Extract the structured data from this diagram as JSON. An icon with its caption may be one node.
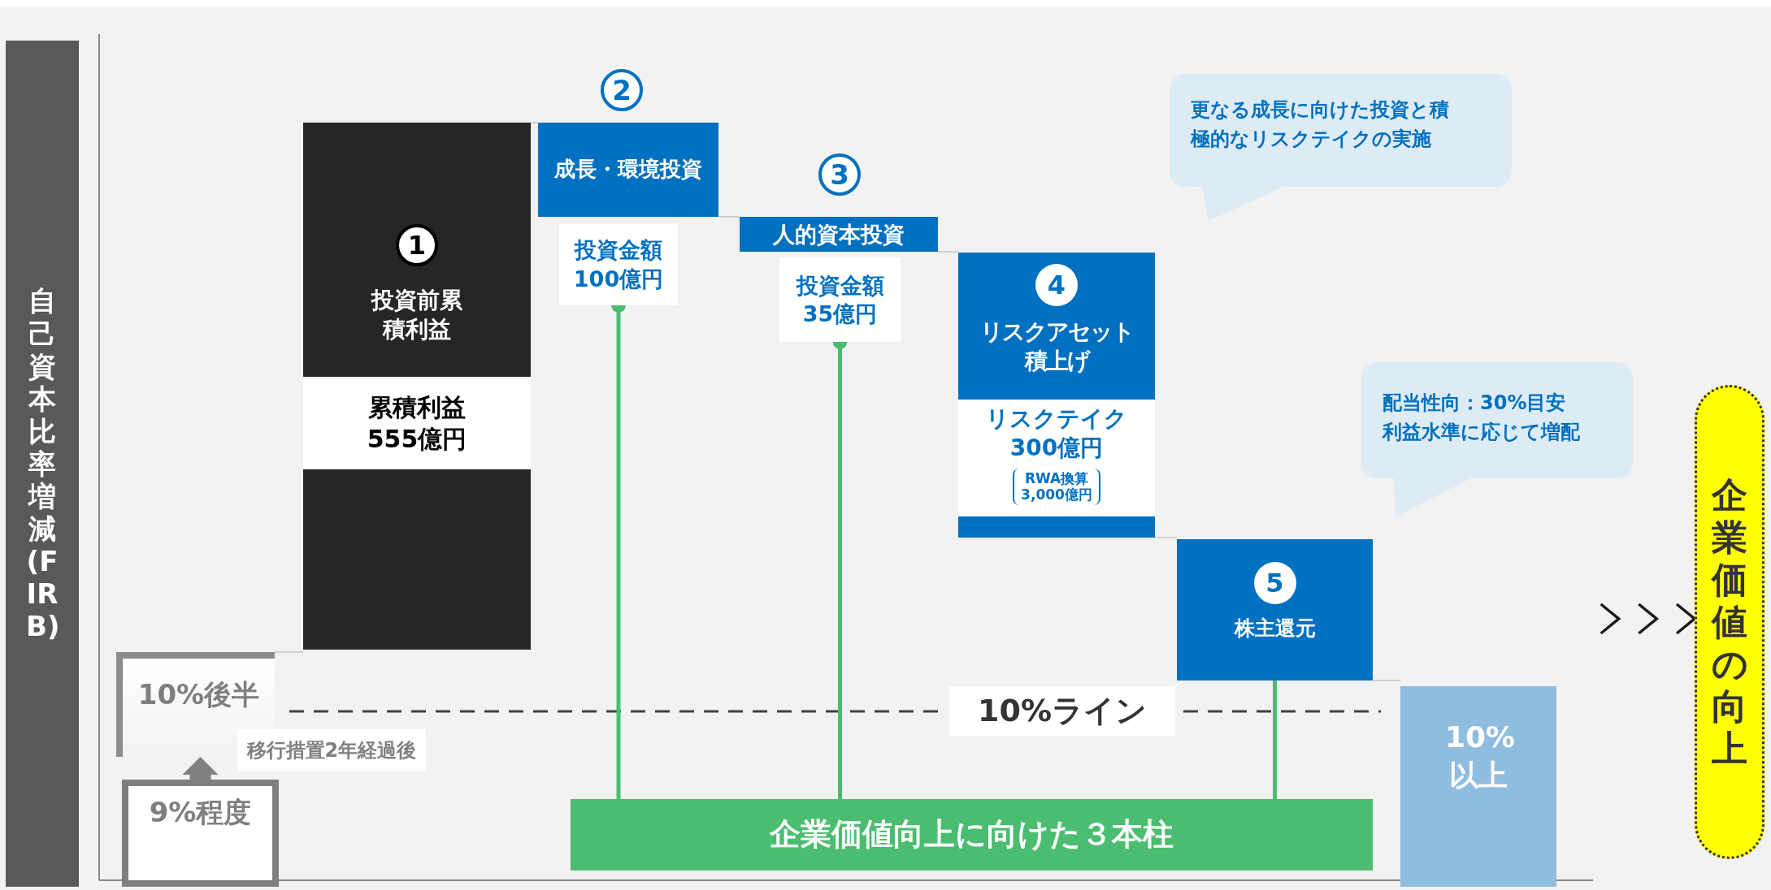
{
  "diagram": {
    "nodes": [
      {
        "text": [
          "自己資本比率増減(FIRB)"
        ]
      },
      {
        "text": [
          "9%程度"
        ]
      },
      {
        "text": [
          "10%後半"
        ]
      },
      {
        "text": [
          "1",
          "投資前累積利益"
        ]
      },
      {
        "text": [
          "累積利益555億円"
        ],
        "in": 3
      },
      {
        "text": [
          "成長・環境投資"
        ],
        "beside": [
          "2"
        ]
      },
      {
        "text": [
          "投資金額100億円"
        ]
      },
      {
        "text": [
          "人的資本投資"
        ],
        "beside": [
          "3"
        ]
      },
      {
        "text": [
          "投資金額35億円"
        ]
      },
      {
        "text": [
          "4",
          "リスクアセット積上げ"
        ]
      },
      {
        "text": [
          "リスクテイク300億円",
          "RWA換算3,000億円"
        ],
        "in": 9
      },
      {
        "text": [
          "5",
          "株主還元"
        ]
      },
      {
        "text": [
          "10%以上"
        ]
      },
      {
        "text": [
          "企業価値向上に向けた３本柱"
        ]
      },
      {
        "text": [
          "更なる成長に向けた投資と積極的なリスクテイクの実施"
        ]
      },
      {
        "text": [
          "配当性向：30%目安利益水準に応じて増配"
        ]
      },
      {
        "text": [
          "企業価値の向上"
        ]
      }
    ],
    "edges": [
      {
        "from": 1,
        "to": 2,
        "arrow": "to",
        "label": "移行措置2年経過後",
        "style": "thick",
        "color": "#808080"
      },
      {
        "from": 2,
        "to": 3,
        "arrow": "none"
      },
      {
        "from": 3,
        "to": 5,
        "arrow": "none"
      },
      {
        "from": 5,
        "to": 7,
        "arrow": "none"
      },
      {
        "from": 7,
        "to": 9,
        "arrow": "none"
      },
      {
        "from": 9,
        "to": 11,
        "arrow": "none"
      },
      {
        "from": 11,
        "to": 12,
        "arrow": "none"
      },
      {
        "from": 6,
        "to": 13,
        "arrow": "other",
        "color": "#4bbd70"
      },
      {
        "from": 8,
        "to": 13,
        "arrow": "other",
        "color": "#4bbd70"
      },
      {
        "from": 11,
        "to": 13,
        "arrow": "other",
        "color": "#4bbd70"
      },
      {
        "from": 12,
        "to": 16,
        "arrow": "to",
        "color": "#1a1a1a"
      }
    ],
    "labels": [
      "10%ライン"
    ]
  }
}
